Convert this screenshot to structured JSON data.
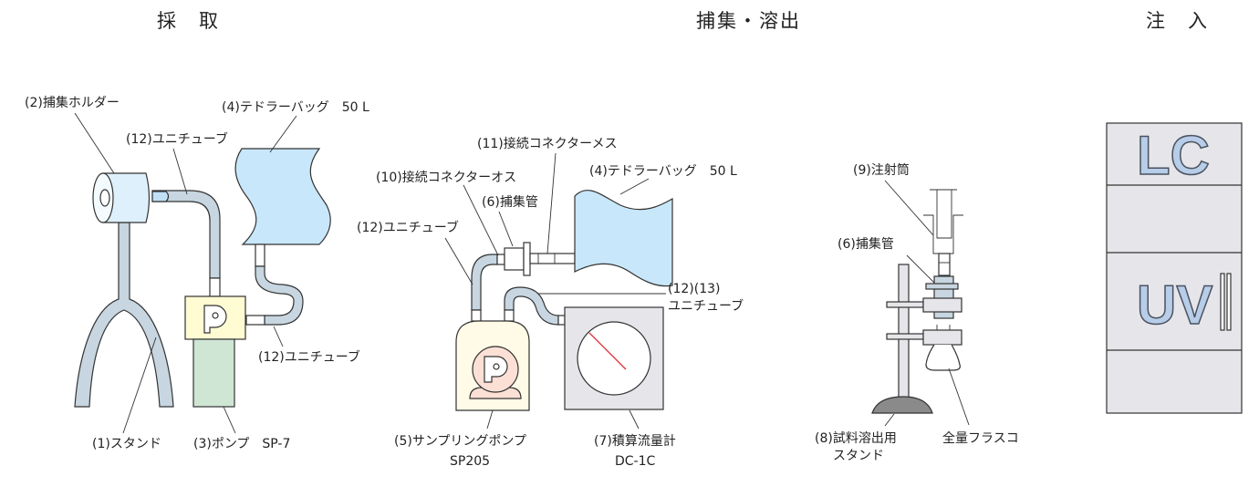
{
  "sections": {
    "sampling": "採　取",
    "collection_elution": "捕集・溶出",
    "injection": "注　入"
  },
  "sampling": {
    "holder": "(2)捕集ホルダー",
    "tube_top": "(12)ユニチューブ",
    "bag": "(4)テドラーバッグ　50 L",
    "tube_right": "(12)ユニチューブ",
    "stand": "(1)スタンド",
    "pump": "(3)ポンプ　SP-7",
    "pump_mark": "P"
  },
  "collection": {
    "connector_female": "(11)接続コネクターメス",
    "connector_male": "(10)接続コネクターオス",
    "collector_tube": "(6)捕集管",
    "tube": "(12)ユニチューブ",
    "bag": "(4)テドラーバッグ　50 L",
    "tube2_num": "(12)(13)",
    "tube2_name": "ユニチューブ",
    "pump": "(5)サンプリングポンプ",
    "pump_model": "SP205",
    "meter": "(7)積算流量計",
    "meter_model": "DC-1C",
    "pump_mark": "P"
  },
  "elution": {
    "syringe": "(9)注射筒",
    "collector_tube": "(6)捕集管",
    "stand_line1": "(8)試料溶出用",
    "stand_line2": "スタンド",
    "flask": "全量フラスコ"
  },
  "injection": {
    "lc": "LC",
    "uv": "UV"
  },
  "colors": {
    "tube": "#c7d6e0",
    "bag": "#c9e7fa",
    "pump_head": "#fffbd3",
    "pump_body": "#cfe6d5",
    "panel": "#e6e6ea",
    "needle": "#e0303a"
  }
}
